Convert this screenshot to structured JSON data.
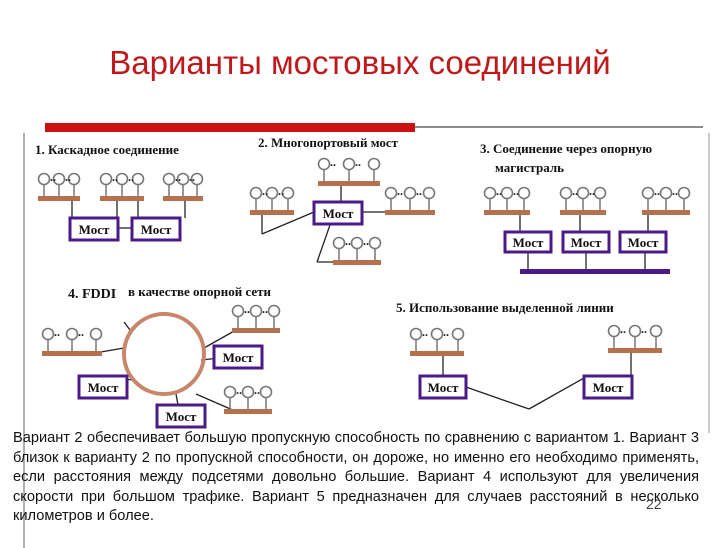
{
  "title": "Варианты мостовых соединений",
  "sections": {
    "cascade": "1. Каскадное соединение",
    "multiport": "2. Многопортовый мост",
    "backbone_line1": "3. Соединение через опорную",
    "backbone_line2": "магистраль",
    "fddi_prefix": "4. FDDI",
    "fddi_suffix": "в качестве опорной сети",
    "dedicated": "5. Использование выделенной линии"
  },
  "bridge_label": "Мост",
  "ellipsis": "..",
  "caption": "Вариант 2 обеспечивает большую пропускную способность по сравнению с вариантом 1. Вариант 3 близок к варианту 2 по пропускной способности, он дороже, но именно его необходимо применять, если расстояния между подсетями довольно большие. Вариант 4 используют для увеличения скорости при большом трафике. Вариант 5 предназначен для случаев расстояний в несколько километров и более.",
  "slide_number": "22",
  "colors": {
    "title": "#c0191b",
    "accent_bar": "#cc1111",
    "segment": "#b5714e",
    "bridge_border": "#4b1a87",
    "ring": "#c8866a"
  }
}
